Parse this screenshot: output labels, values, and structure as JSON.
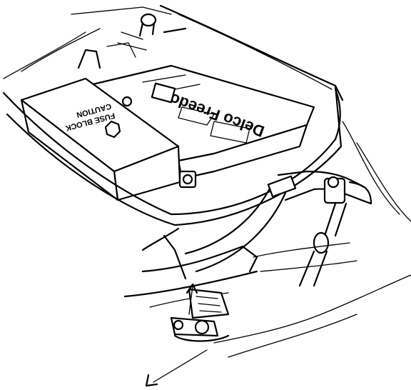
{
  "battery": {
    "brand": "Delco Freedom",
    "cover_label_line1": "FUSE BLOCK",
    "cover_label_line2": "CAUTION"
  },
  "colors": {
    "line": "#000000",
    "background": "#ffffff"
  }
}
